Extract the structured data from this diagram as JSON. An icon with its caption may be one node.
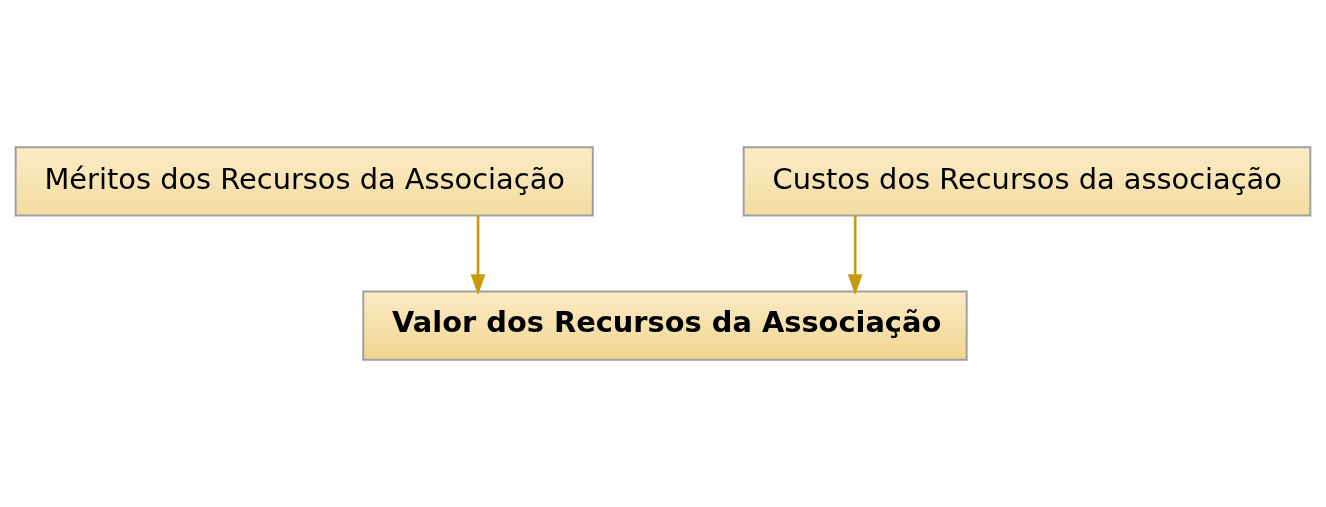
{
  "diagram": {
    "nodes": [
      {
        "text": [
          "Méritos dos Recursos da Associação"
        ]
      },
      {
        "text": [
          "Custos dos Recursos da associação"
        ]
      },
      {
        "text": [
          "Valor dos Recursos da Associação"
        ]
      }
    ],
    "edges": [
      {
        "from": 0,
        "to": 2,
        "arrow": "to"
      },
      {
        "from": 1,
        "to": 2,
        "arrow": "to"
      }
    ]
  }
}
